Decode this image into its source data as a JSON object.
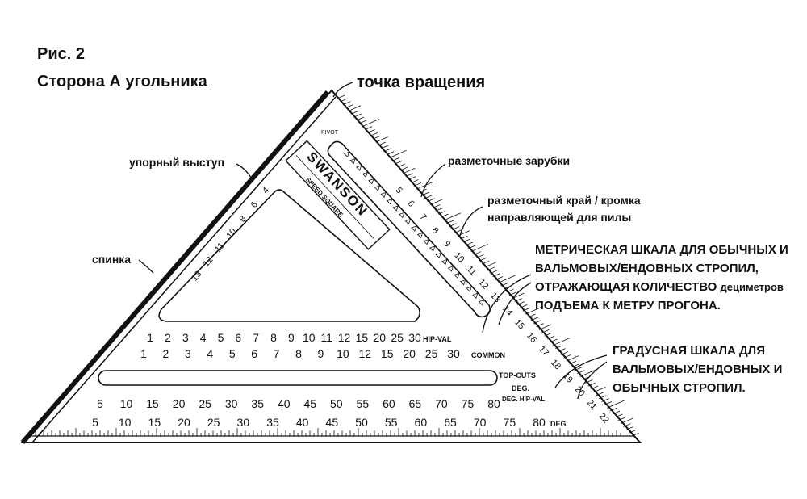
{
  "figure_label": "Рис. 2",
  "subtitle": "Сторона А угольника",
  "labels": {
    "pivot": "точка вращения",
    "lip": "упорный выступ",
    "back": "спинка",
    "notches": "разметочные зарубки",
    "edge_line1": "разметочный край / кромка",
    "edge_line2": "направляющей для пилы",
    "metric_line1": "МЕТРИЧЕСКАЯ ШКАЛА ДЛЯ ОБЫЧНЫХ И",
    "metric_line2": "ВАЛЬМОВЫХ/ЕНДОВНЫХ СТРОПИЛ,",
    "metric_line3": "ОТРАЖАЮЩАЯ КОЛИЧЕСТВО",
    "metric_line3_tail": "дециметров",
    "metric_line4": "ПОДЪЕМА К МЕТРУ ПРОГОНА.",
    "degree_line1": "ГРАДУСНАЯ ШКАЛА ДЛЯ",
    "degree_line2": "ВАЛЬМОВЫХ/ЕНДОВНЫХ И",
    "degree_line3": "ОБЫЧНЫХ СТРОПИЛ."
  },
  "tool_marks": {
    "brand": "SWANSON",
    "model": "SPEED SQUARE",
    "pivot_mark": "PIVOT",
    "hip_val": "HIP-VAL",
    "common": "COMMON",
    "top_cuts": "TOP-CUTS",
    "deg": "DEG.",
    "deg_hip_val": "DEG. HIP-VAL",
    "deg_bottom": "DEG.",
    "row_hip": [
      "1",
      "2",
      "3",
      "4",
      "5",
      "6",
      "7",
      "8",
      "9",
      "10",
      "11",
      "12",
      "15",
      "20",
      "25",
      "30"
    ],
    "row_common": [
      "1",
      "2",
      "3",
      "4",
      "5",
      "6",
      "7",
      "8",
      "9",
      "10",
      "12",
      "15",
      "20",
      "25",
      "30"
    ],
    "row_deg_top": [
      "5",
      "10",
      "15",
      "20",
      "25",
      "30",
      "35",
      "40",
      "45",
      "50",
      "55",
      "60",
      "65",
      "70",
      "75",
      "80"
    ],
    "row_deg_bottom": [
      "5",
      "10",
      "15",
      "20",
      "25",
      "30",
      "35",
      "40",
      "45",
      "50",
      "55",
      "60",
      "65",
      "70",
      "75",
      "80"
    ],
    "left_inner": [
      "4",
      "6",
      "8",
      "10",
      "11",
      "12",
      "13"
    ],
    "hyp_inner": [
      "5",
      "6",
      "7",
      "8",
      "9",
      "10",
      "11",
      "12",
      "13",
      "14",
      "15",
      "16",
      "17",
      "18",
      "19",
      "20",
      "21",
      "22"
    ]
  },
  "colors": {
    "ink": "#111111",
    "paper": "#ffffff",
    "faint": "#555555"
  }
}
